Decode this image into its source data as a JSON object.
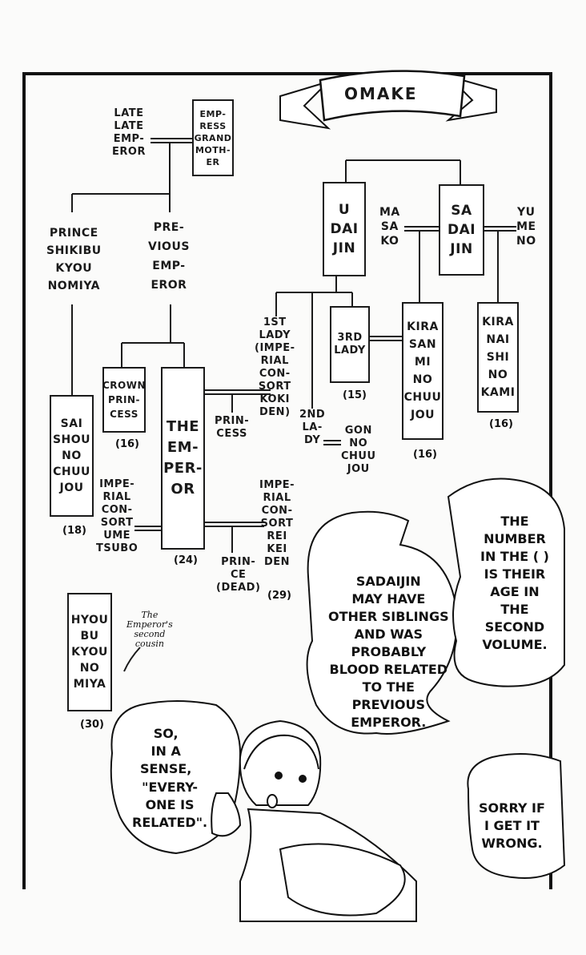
{
  "title": "OMAKE",
  "people": {
    "late_late_emperor": "LATE\nLATE\nEMP-\nEROR",
    "empress_grand_mother": "EMP-\nRESS\nGRAND\nMOTH-\nER",
    "prince_shikibu": "PRINCE\nSHIKIBU\nKYOU\nNOMIYA",
    "previous_emperor": "PRE-\nVIOUS\nEMP-\nEROR",
    "u_daijin": "U\nDAI\nJIN",
    "masako": "MA\nSA\nKO",
    "sa_daijin": "SA\nDAI\nJIN",
    "yumeno": "YU\nME\nNO",
    "first_lady": "1ST\nLADY\n(IMPE-\nRIAL\nCON-\nSORT\nKOKI\nDEN)",
    "third_lady": "3RD\nLADY",
    "kira_sanmi": "KIRA\nSAN\nMI\nNO\nCHUU\nJOU",
    "kira_naishi": "KIRA\nNAI\nSHI\nNO\nKAMI",
    "crown_princess": "CROWN\nPRIN-\nCESS",
    "the_emperor": "THE\nEM-\nPER-\nOR",
    "princess": "PRIN-\nCESS",
    "second_lady": "2ND\nLA-\nDY",
    "gon_no_chuujou": "GON\nNO\nCHUU\nJOU",
    "saishou": "SAI\nSHOU\nNO\nCHUU\nJOU",
    "consort_umetsubo": "IMPE-\nRIAL\nCON-\nSORT\nUME\nTSUBO",
    "consort_reikeiden": "IMPE-\nRIAL\nCON-\nSORT\nREI\nKEI\nDEN",
    "prince_dead": "PRIN-\nCE\n(DEAD)",
    "hyoubu": "HYOU\nBU\nKYOU\nNO\nMIYA"
  },
  "ages": {
    "third_lady": "(15)",
    "kira_sanmi": "(16)",
    "kira_naishi": "(16)",
    "crown_princess": "(16)",
    "the_emperor": "(24)",
    "saishou": "(18)",
    "consort_reikeiden": "(29)",
    "hyoubu": "(30)"
  },
  "note": "The\nEmperor's\nsecond\ncousin",
  "bubbles": {
    "number": "THE\nNUMBER\nIN THE ( )\nIS THEIR\nAGE IN\nTHE\nSECOND\nVOLUME.",
    "sadaijin": "SADAIJIN\nMAY HAVE\nOTHER SIBLINGS\nAND WAS\nPROBABLY\nBLOOD RELATED\nTO THE\nPREVIOUS\nEMPEROR.",
    "so": "SO,\nIN A\nSENSE,",
    "everyone": "\"EVERY-\nONE IS\nRELATED\".",
    "sorry": "SORRY IF\nI GET IT\nWRONG."
  }
}
